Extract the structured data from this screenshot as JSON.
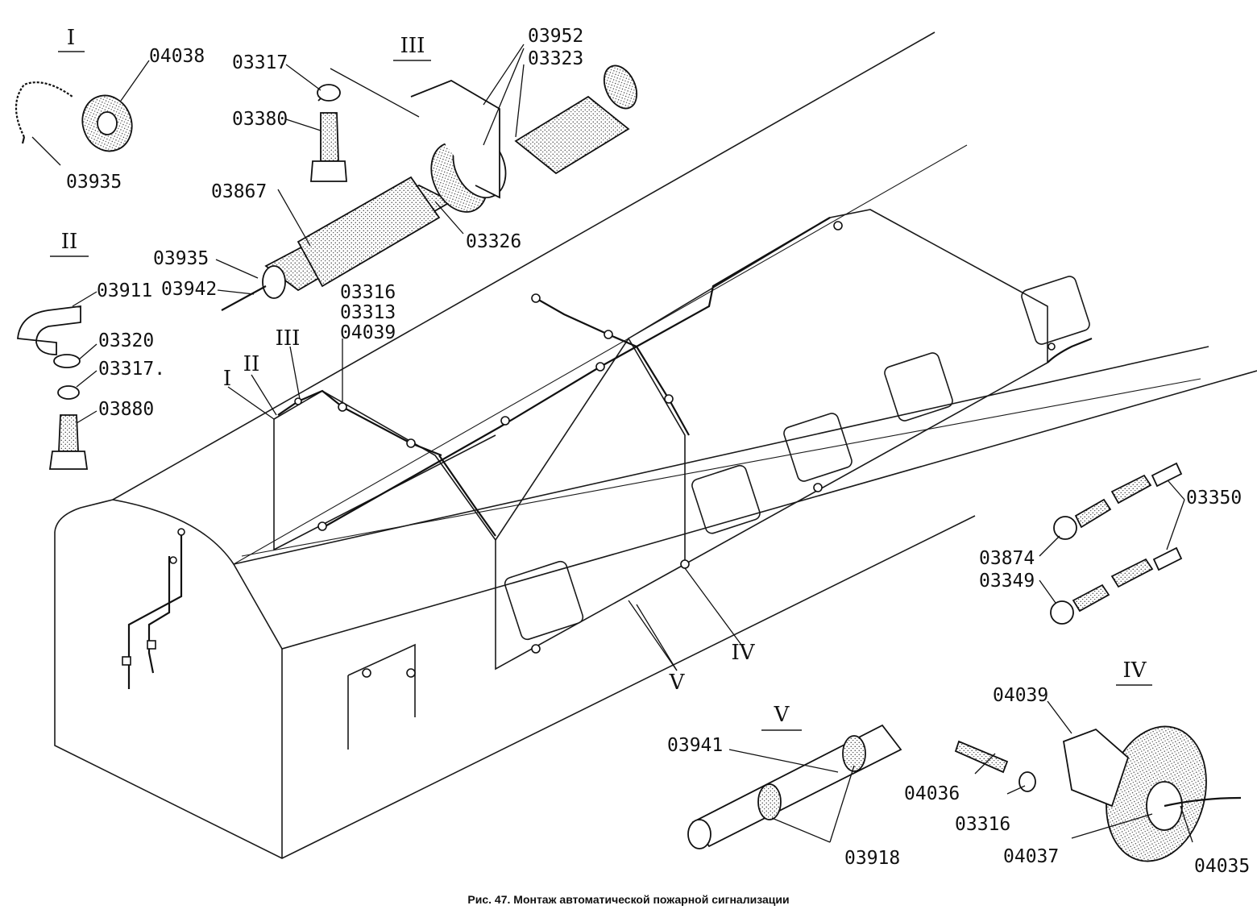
{
  "caption": "Рис. 47. Монтаж автоматической пожарной сигнализации",
  "views": {
    "I": "I",
    "II": "II",
    "III": "III",
    "IV": "IV",
    "V": "V"
  },
  "callouts": {
    "I": "I",
    "II": "II",
    "III": "III",
    "IV": "IV",
    "V": "V"
  },
  "labels": {
    "l04038": "04038",
    "l03935a": "03935",
    "l03317a": "03317",
    "l03380": "03380",
    "l03952": "03952",
    "l03323": "03323",
    "l03867": "03867",
    "l03326": "03326",
    "l03935b": "03935",
    "l03942": "03942",
    "l03316a": "03316",
    "l03313": "03313",
    "l04039a": "04039",
    "l03911": "03911",
    "l03320": "03320",
    "l03317b": "03317.",
    "l03880": "03880",
    "l03350": "03350",
    "l03874": "03874",
    "l03349": "03349",
    "l03941": "03941",
    "l03918": "03918",
    "l04039b": "04039",
    "l04036": "04036",
    "l03316b": "03316",
    "l04037": "04037",
    "l04035": "04035"
  }
}
